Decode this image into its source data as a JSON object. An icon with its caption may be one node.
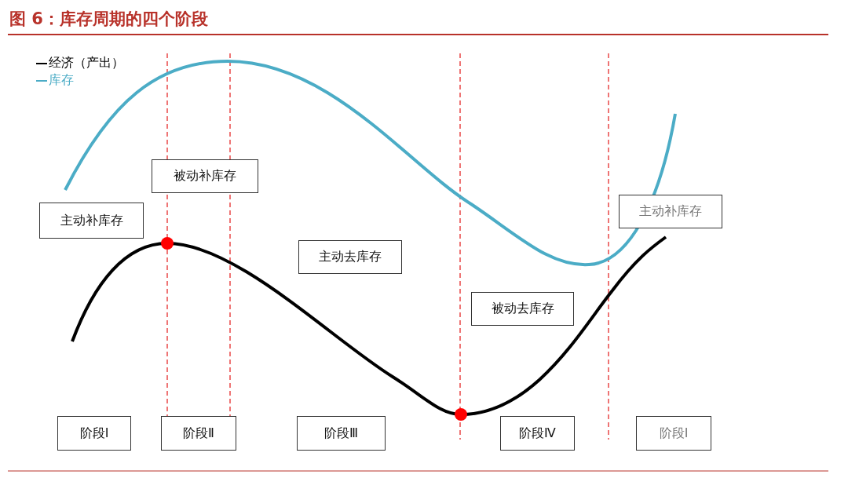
{
  "diagram": {
    "title": "图 6：库存周期的四个阶段",
    "nodes": [
      {
        "text": [
          "主动补库存"
        ]
      },
      {
        "text": [
          "被动补库存"
        ]
      },
      {
        "text": [
          "主动去库存"
        ]
      },
      {
        "text": [
          "被动去库存"
        ]
      },
      {
        "text": [
          "主动补库存"
        ]
      },
      {
        "text": [
          "阶段Ⅰ"
        ]
      },
      {
        "text": [
          "阶段Ⅱ"
        ]
      },
      {
        "text": [
          "阶段Ⅲ"
        ]
      },
      {
        "text": [
          "阶段Ⅳ"
        ]
      },
      {
        "text": [
          "阶段Ⅰ"
        ]
      }
    ],
    "legend": [
      {
        "text": "经济（产出）",
        "color": "#000000"
      },
      {
        "text": "库存",
        "color": "#4bacc6"
      }
    ]
  }
}
